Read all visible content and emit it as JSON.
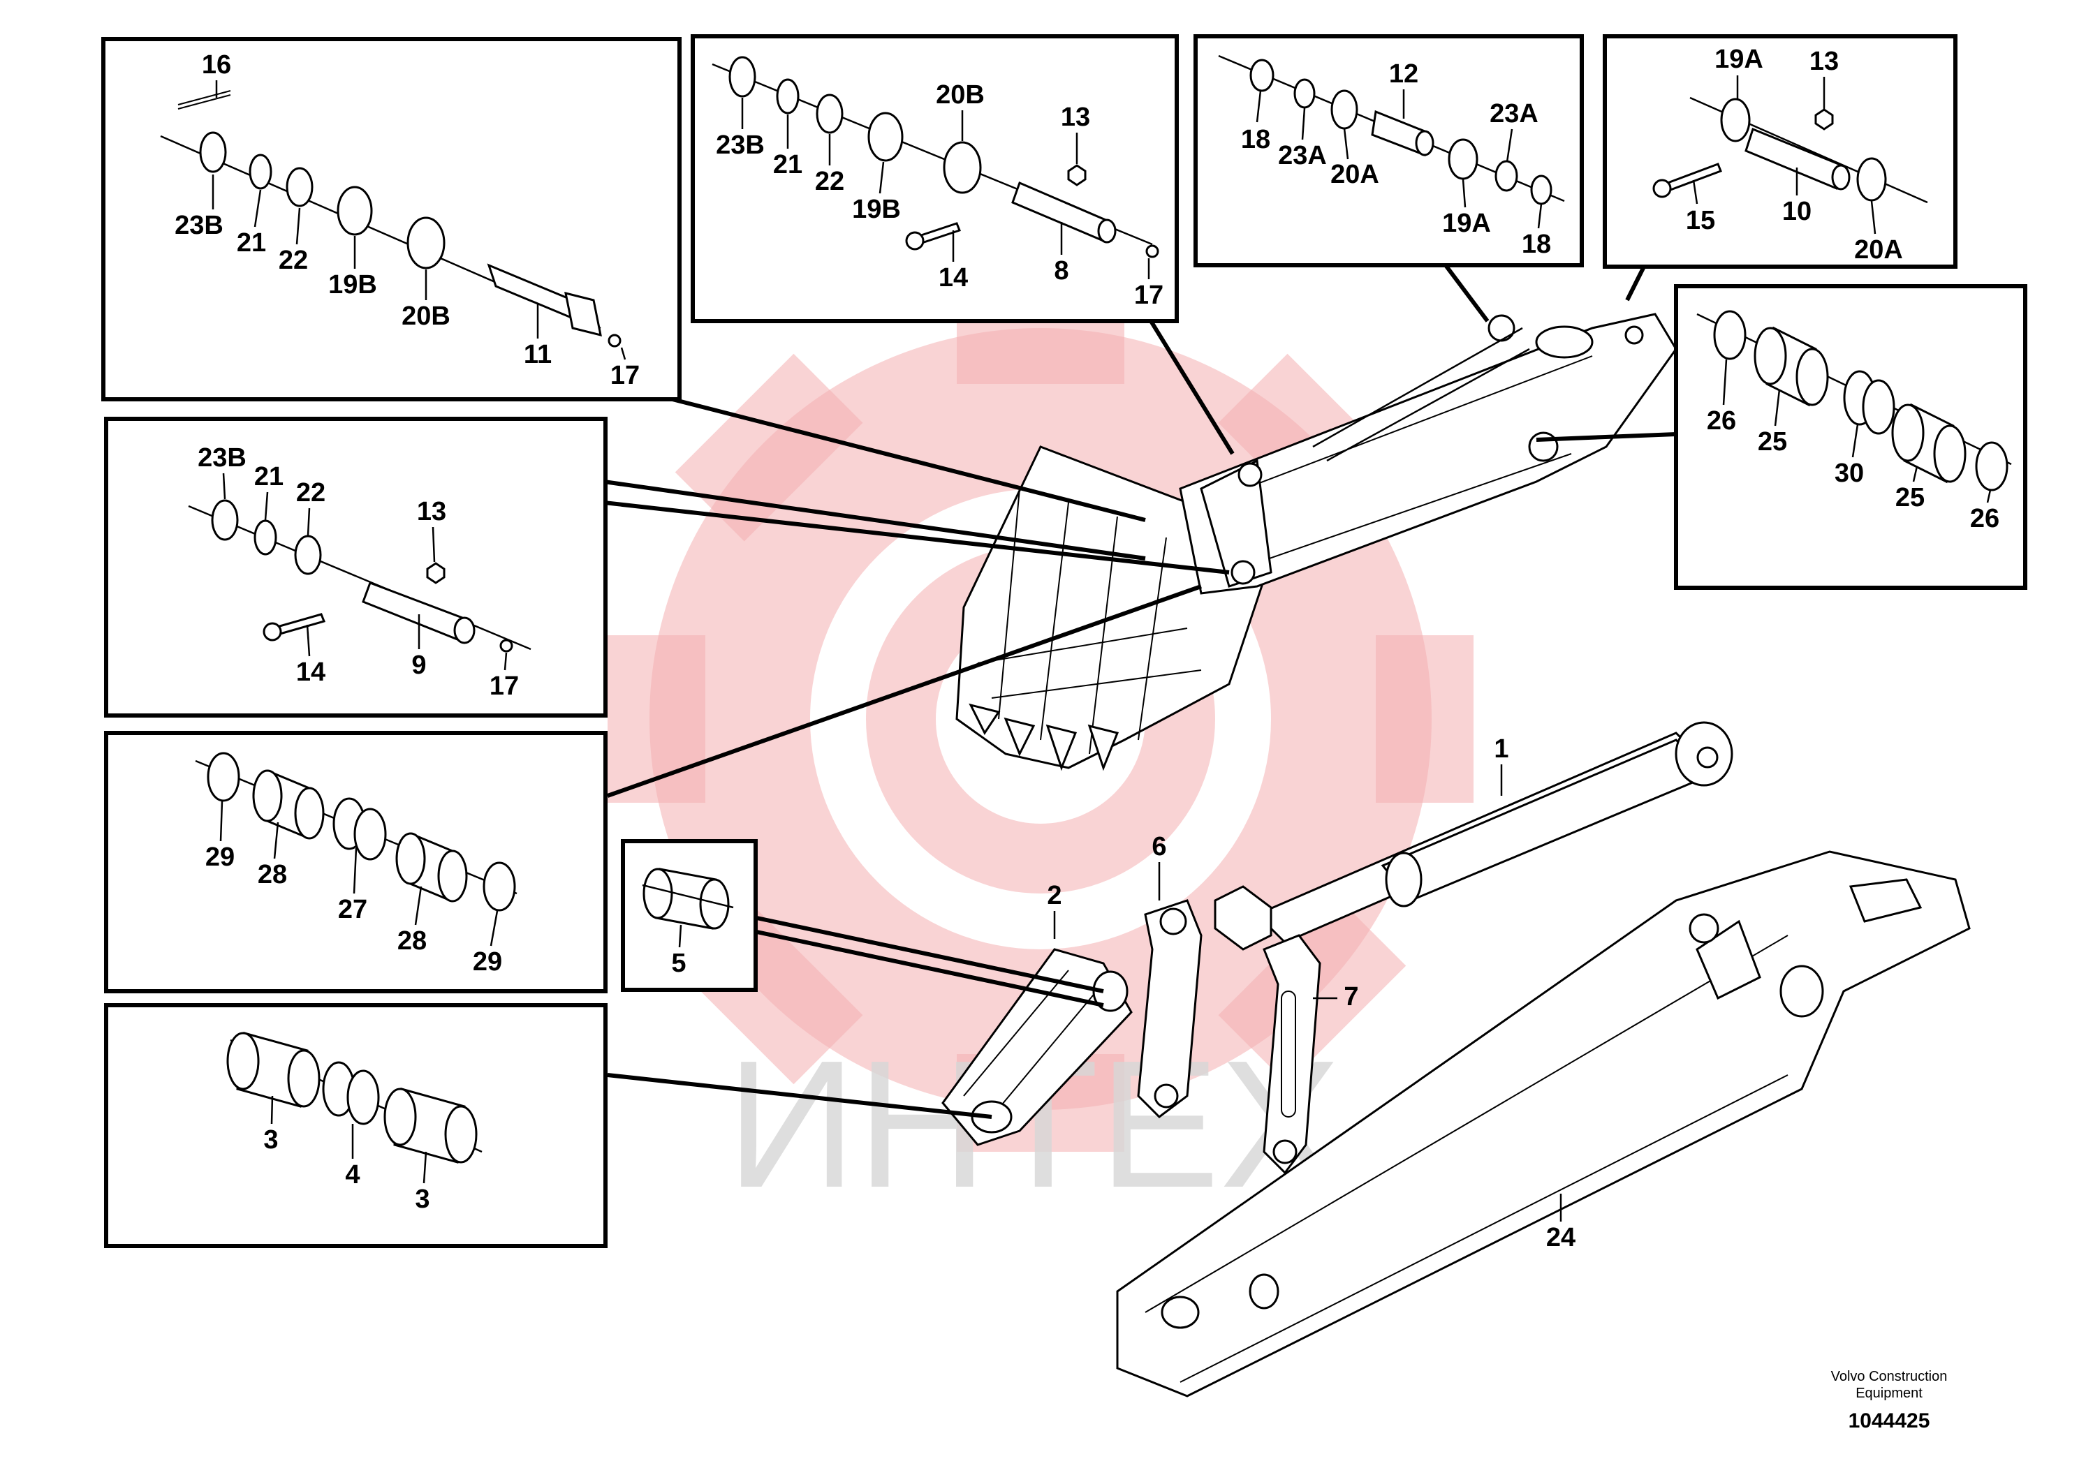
{
  "watermark": {
    "text": "ИНТЕХ",
    "color": "#f08080"
  },
  "footer": {
    "brand_line1": "Volvo Construction",
    "brand_line2": "Equipment",
    "drawing_number": "1044425"
  },
  "panels": {
    "p1": {
      "labels": [
        "16",
        "23B",
        "21",
        "22",
        "19B",
        "20B",
        "11",
        "17"
      ]
    },
    "p2": {
      "labels": [
        "23B",
        "21",
        "22",
        "19B",
        "20B",
        "13",
        "14",
        "8",
        "17"
      ]
    },
    "p3": {
      "labels": [
        "12",
        "18",
        "23A",
        "20A",
        "23A",
        "19A",
        "18"
      ]
    },
    "p4": {
      "labels": [
        "19A",
        "13",
        "15",
        "10",
        "20A"
      ]
    },
    "p5": {
      "labels": [
        "23B",
        "21",
        "22",
        "13",
        "14",
        "9",
        "17"
      ]
    },
    "p6": {
      "labels": [
        "26",
        "25",
        "30",
        "25",
        "26"
      ]
    },
    "p7": {
      "labels": [
        "29",
        "28",
        "27",
        "28",
        "29"
      ]
    },
    "p8": {
      "labels": [
        "5"
      ]
    },
    "p9": {
      "labels": [
        "3",
        "4",
        "3"
      ]
    }
  },
  "main_labels": {
    "cylinder": "1",
    "link_2": "2",
    "link_6": "6",
    "link_7": "7",
    "arm": "24"
  }
}
